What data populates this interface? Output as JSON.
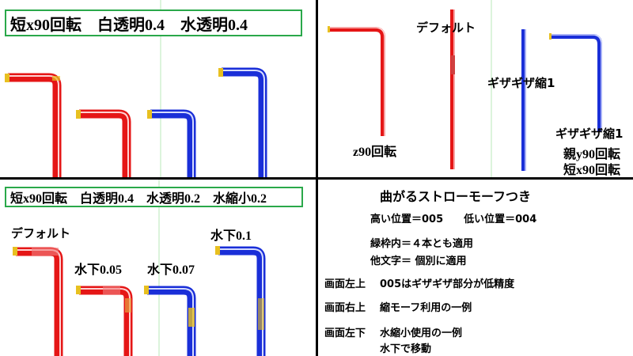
{
  "top_left": {
    "title": "短x90回転　白透明0.4　水透明0.4"
  },
  "top_right": {
    "label_default": "デフォルト",
    "label_jagged": "ギザギザ縮1",
    "label_z90": "z90回転",
    "label_combo_1": "ギザギザ縮1",
    "label_combo_2": "親y90回転",
    "label_combo_3": "短x90回転"
  },
  "bottom_left": {
    "title": "短x90回転　白透明0.4　水透明0.2　水縮小0.2",
    "label_default": "デフォルト",
    "label_w005": "水下0.05",
    "label_w007": "水下0.07",
    "label_w01": "水下0.1"
  },
  "bottom_right": {
    "heading": "曲がるストローモーフつき",
    "positions": "高い位置＝005　　低い位置＝004",
    "green_frame": "緑枠内＝４本とも適用",
    "other_text": "他文字＝ 個別に適用",
    "note1_label": "画面左上",
    "note1_text": "005はギザギザ部分が低精度",
    "note2_label": "画面右上",
    "note2_text": "縮モーフ利用の一例",
    "note3_label": "画面左下",
    "note3_text1": "水縮小使用の一例",
    "note3_text2": "水下で移動"
  },
  "colors": {
    "red": "#e51616",
    "blue": "#1a2fd8",
    "green_frame": "#2aa84a",
    "guide_green": "#b8e8b8",
    "cap_yellow": "#e8c020"
  }
}
